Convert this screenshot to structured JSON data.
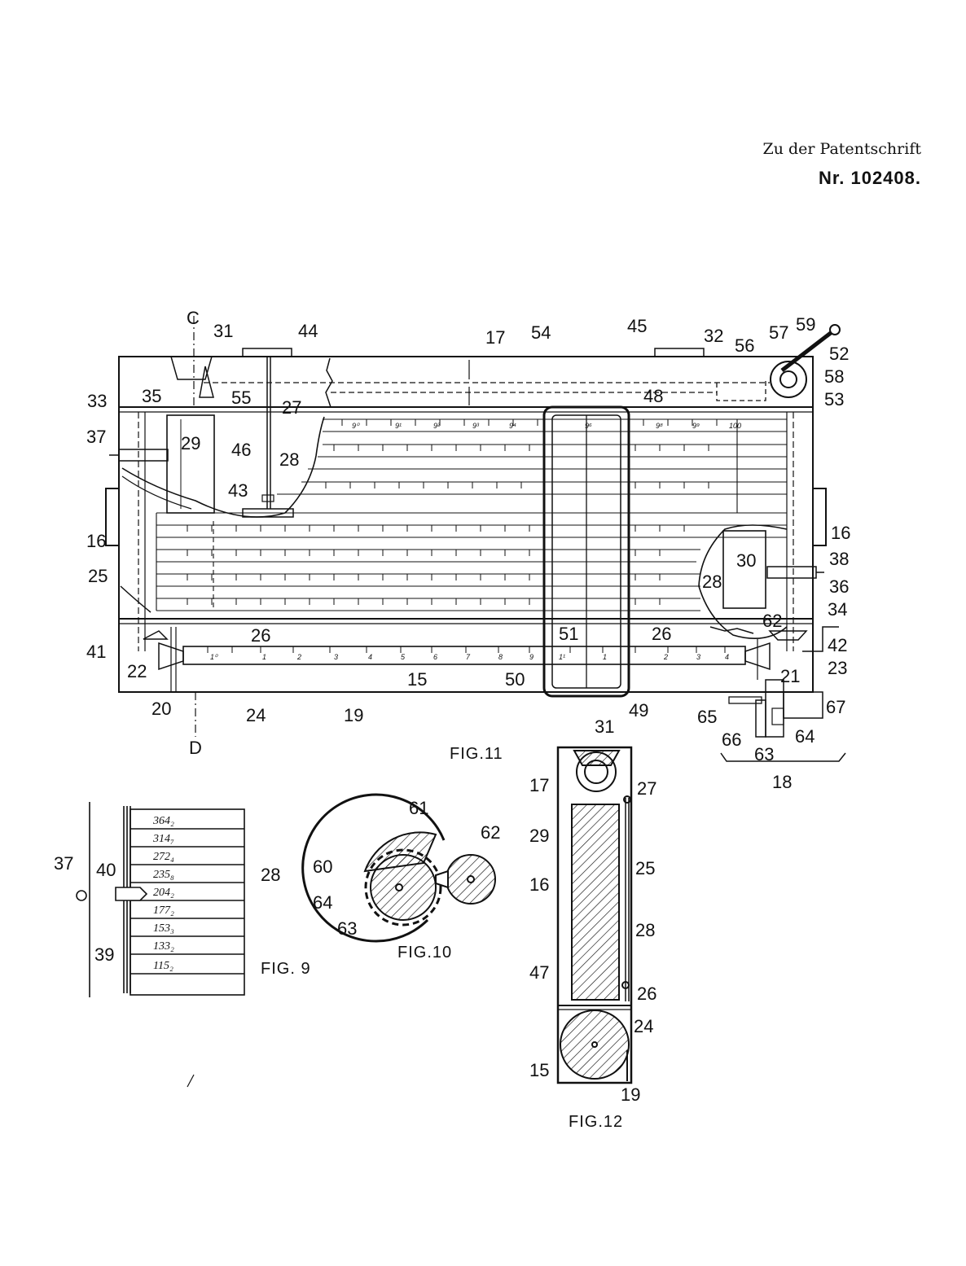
{
  "header": {
    "line1": "Zu der Patentschrift",
    "line2": "Nr. 102408."
  },
  "fig11": {
    "caption": "FIG.11",
    "labels": [
      {
        "id": "C",
        "text": "C"
      },
      {
        "id": "31",
        "text": "31"
      },
      {
        "id": "44",
        "text": "44"
      },
      {
        "id": "17",
        "text": "17"
      },
      {
        "id": "54",
        "text": "54"
      },
      {
        "id": "45",
        "text": "45"
      },
      {
        "id": "32",
        "text": "32"
      },
      {
        "id": "56",
        "text": "56"
      },
      {
        "id": "57",
        "text": "57"
      },
      {
        "id": "59",
        "text": "59"
      },
      {
        "id": "52",
        "text": "52"
      },
      {
        "id": "58",
        "text": "58"
      },
      {
        "id": "53",
        "text": "53"
      },
      {
        "id": "33",
        "text": "33"
      },
      {
        "id": "35",
        "text": "35"
      },
      {
        "id": "55",
        "text": "55"
      },
      {
        "id": "48",
        "text": "48"
      },
      {
        "id": "37",
        "text": "37"
      },
      {
        "id": "29",
        "text": "29"
      },
      {
        "id": "27",
        "text": "27"
      },
      {
        "id": "46",
        "text": "46"
      },
      {
        "id": "28a",
        "text": "28"
      },
      {
        "id": "43",
        "text": "43"
      },
      {
        "id": "16a",
        "text": "16"
      },
      {
        "id": "16b",
        "text": "16"
      },
      {
        "id": "25",
        "text": "25"
      },
      {
        "id": "30",
        "text": "30"
      },
      {
        "id": "38",
        "text": "38"
      },
      {
        "id": "28b",
        "text": "28"
      },
      {
        "id": "36",
        "text": "36"
      },
      {
        "id": "34",
        "text": "34"
      },
      {
        "id": "62",
        "text": "62"
      },
      {
        "id": "26a",
        "text": "26"
      },
      {
        "id": "51",
        "text": "51"
      },
      {
        "id": "26b",
        "text": "26"
      },
      {
        "id": "42",
        "text": "42"
      },
      {
        "id": "41",
        "text": "41"
      },
      {
        "id": "22",
        "text": "22"
      },
      {
        "id": "23",
        "text": "23"
      },
      {
        "id": "15",
        "text": "15"
      },
      {
        "id": "50",
        "text": "50"
      },
      {
        "id": "21",
        "text": "21"
      },
      {
        "id": "20",
        "text": "20"
      },
      {
        "id": "24",
        "text": "24"
      },
      {
        "id": "19",
        "text": "19"
      },
      {
        "id": "49",
        "text": "49"
      },
      {
        "id": "65",
        "text": "65"
      },
      {
        "id": "67",
        "text": "67"
      },
      {
        "id": "64",
        "text": "64"
      },
      {
        "id": "66",
        "text": "66"
      },
      {
        "id": "63",
        "text": "63"
      },
      {
        "id": "18",
        "text": "18"
      },
      {
        "id": "D",
        "text": "D"
      }
    ],
    "upper_scale": [
      "9⁰",
      "9¹",
      "9²",
      "9³",
      "9⁴",
      "9⁶",
      "9⁸",
      "9⁹",
      "100"
    ],
    "slide_scale": [
      "1⁰",
      "1",
      "2",
      "3",
      "4",
      "5",
      "6",
      "7",
      "8",
      "9",
      "1¹",
      "1",
      "2",
      "3",
      "4"
    ]
  },
  "fig9": {
    "caption": "FIG. 9",
    "entries": [
      "364₂",
      "314₇",
      "272₄",
      "235₈",
      "204₂",
      "177₂",
      "153₃",
      "133₂",
      "115₂"
    ],
    "labels": [
      {
        "id": "37",
        "text": "37"
      },
      {
        "id": "40",
        "text": "40"
      },
      {
        "id": "28",
        "text": "28"
      },
      {
        "id": "39",
        "text": "39"
      }
    ]
  },
  "fig10": {
    "caption": "FIG.10",
    "labels": [
      {
        "id": "61",
        "text": "61"
      },
      {
        "id": "62",
        "text": "62"
      },
      {
        "id": "60",
        "text": "60"
      },
      {
        "id": "64",
        "text": "64"
      },
      {
        "id": "63",
        "text": "63"
      }
    ]
  },
  "fig12": {
    "caption": "FIG.12",
    "labels": [
      {
        "id": "31",
        "text": "31"
      },
      {
        "id": "17",
        "text": "17"
      },
      {
        "id": "27",
        "text": "27"
      },
      {
        "id": "29",
        "text": "29"
      },
      {
        "id": "25",
        "text": "25"
      },
      {
        "id": "16",
        "text": "16"
      },
      {
        "id": "28",
        "text": "28"
      },
      {
        "id": "47",
        "text": "47"
      },
      {
        "id": "26",
        "text": "26"
      },
      {
        "id": "24",
        "text": "24"
      },
      {
        "id": "15",
        "text": "15"
      },
      {
        "id": "19",
        "text": "19"
      }
    ]
  }
}
